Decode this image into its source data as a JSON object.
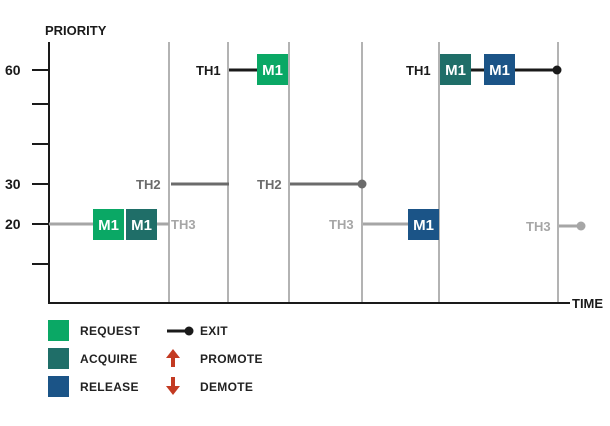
{
  "y_axis_label": "PRIORITY",
  "x_axis_label": "TIME",
  "y_ticks": [
    "60",
    "30",
    "20"
  ],
  "threads": {
    "th1": "TH1",
    "th2": "TH2",
    "th3": "TH3"
  },
  "mutex_label": "M1",
  "colors": {
    "request": "#0aa865",
    "acquire": "#1f6e68",
    "release": "#1b5487",
    "arrow": "#c33a22",
    "th1_line": "#1a1a1a",
    "th2_line": "#6b6b6b",
    "th3_line": "#a6a6a6",
    "grid": "#b3b3b3",
    "axis": "#1a1a1a"
  },
  "legend": {
    "request": "REQUEST",
    "acquire": "ACQUIRE",
    "release": "RELEASE",
    "exit": "EXIT",
    "promote": "PROMOTE",
    "demote": "DEMOTE"
  }
}
